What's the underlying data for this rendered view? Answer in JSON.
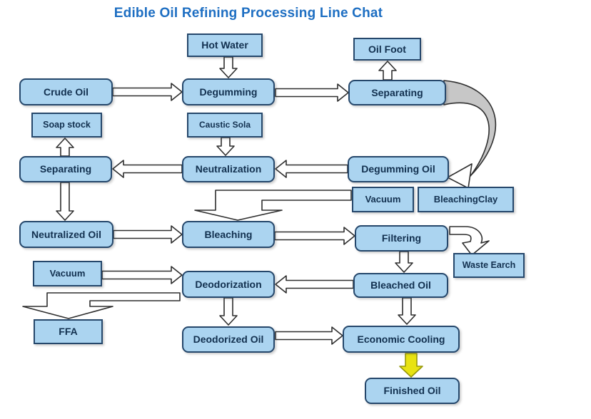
{
  "title": "Edible Oil Refining Processing Line Chat",
  "colors": {
    "title_text": "#1d6ec2",
    "box_fill": "#abd4f0",
    "box_border": "#25476b",
    "label_text": "#12304f",
    "arrow_fill": "#ffffff",
    "arrow_stroke": "#2e2e2e",
    "curve_arrow_fill": "#c7c7c7",
    "final_arrow_fill": "#e8e312",
    "final_arrow_stroke": "#97980a"
  },
  "nodes": [
    {
      "id": "hot-water",
      "label": "Hot Water",
      "shape": "rect"
    },
    {
      "id": "oil-foot",
      "label": "Oil Foot",
      "shape": "rect"
    },
    {
      "id": "crude-oil",
      "label": "Crude Oil",
      "shape": "rounded"
    },
    {
      "id": "degumming",
      "label": "Degumming",
      "shape": "rounded"
    },
    {
      "id": "separating-top",
      "label": "Separating",
      "shape": "rounded"
    },
    {
      "id": "soap-stock",
      "label": "Soap stock",
      "shape": "rect"
    },
    {
      "id": "caustic-sola",
      "label": "Caustic Sola",
      "shape": "rect"
    },
    {
      "id": "separating-left",
      "label": "Separating",
      "shape": "rounded"
    },
    {
      "id": "neutralization",
      "label": "Neutralization",
      "shape": "rounded"
    },
    {
      "id": "degumming-oil",
      "label": "Degumming Oil",
      "shape": "rounded"
    },
    {
      "id": "vacuum-top",
      "label": "Vacuum",
      "shape": "rect"
    },
    {
      "id": "bleaching-clay",
      "label": "BleachingClay",
      "shape": "rect"
    },
    {
      "id": "neutralized-oil",
      "label": "Neutralized Oil",
      "shape": "rounded"
    },
    {
      "id": "bleaching",
      "label": "Bleaching",
      "shape": "rounded"
    },
    {
      "id": "filtering",
      "label": "Filtering",
      "shape": "rounded"
    },
    {
      "id": "waste-earch",
      "label": "Waste Earch",
      "shape": "rect"
    },
    {
      "id": "vacuum-bottom",
      "label": "Vacuum",
      "shape": "rect"
    },
    {
      "id": "deodorization",
      "label": "Deodorization",
      "shape": "rounded"
    },
    {
      "id": "bleached-oil",
      "label": "Bleached Oil",
      "shape": "rounded"
    },
    {
      "id": "ffa",
      "label": "FFA",
      "shape": "rect"
    },
    {
      "id": "deodorized-oil",
      "label": "Deodorized Oil",
      "shape": "rounded"
    },
    {
      "id": "economic-cooling",
      "label": "Economic Cooling",
      "shape": "rounded"
    },
    {
      "id": "finished-oil",
      "label": "Finished Oil",
      "shape": "rounded"
    }
  ],
  "edges": [
    {
      "from": "hot-water",
      "to": "degumming",
      "style": "outline"
    },
    {
      "from": "crude-oil",
      "to": "degumming",
      "style": "outline"
    },
    {
      "from": "degumming",
      "to": "separating-top",
      "style": "outline"
    },
    {
      "from": "separating-top",
      "to": "oil-foot",
      "style": "outline"
    },
    {
      "from": "separating-top",
      "to": "degumming-oil",
      "style": "gray-curve"
    },
    {
      "from": "caustic-sola",
      "to": "neutralization",
      "style": "outline"
    },
    {
      "from": "degumming-oil",
      "to": "neutralization",
      "style": "outline"
    },
    {
      "from": "neutralization",
      "to": "separating-left",
      "style": "outline"
    },
    {
      "from": "separating-left",
      "to": "soap-stock",
      "style": "outline"
    },
    {
      "from": "separating-left",
      "to": "neutralized-oil",
      "style": "outline"
    },
    {
      "from": "neutralized-oil",
      "to": "bleaching",
      "style": "outline"
    },
    {
      "from": "vacuum-top",
      "to": "bleaching",
      "style": "outline"
    },
    {
      "from": "bleaching",
      "to": "filtering",
      "style": "outline"
    },
    {
      "from": "filtering",
      "to": "waste-earch",
      "style": "outline"
    },
    {
      "from": "filtering",
      "to": "bleached-oil",
      "style": "outline"
    },
    {
      "from": "bleached-oil",
      "to": "deodorization",
      "style": "outline"
    },
    {
      "from": "vacuum-bottom",
      "to": "deodorization",
      "style": "outline"
    },
    {
      "from": "deodorization",
      "to": "ffa",
      "style": "outline"
    },
    {
      "from": "deodorization",
      "to": "deodorized-oil",
      "style": "outline"
    },
    {
      "from": "deodorized-oil",
      "to": "economic-cooling",
      "style": "outline"
    },
    {
      "from": "bleached-oil",
      "to": "economic-cooling",
      "style": "outline"
    },
    {
      "from": "economic-cooling",
      "to": "finished-oil",
      "style": "yellow"
    }
  ]
}
